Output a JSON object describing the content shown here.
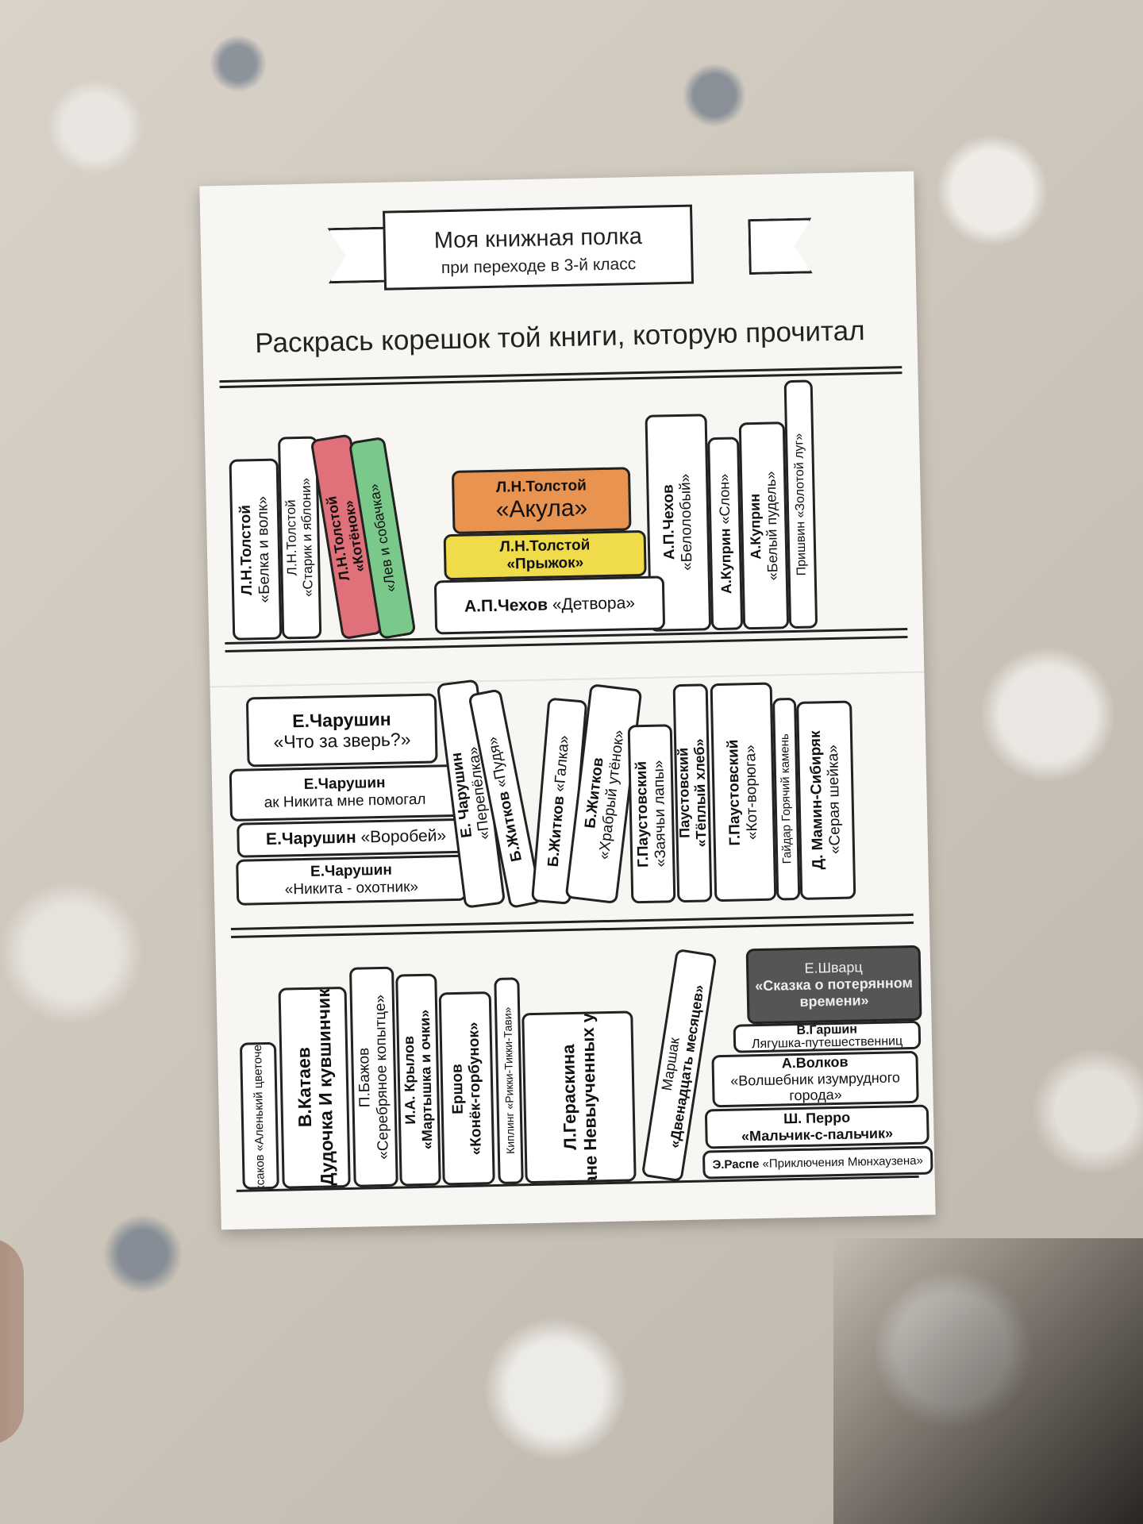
{
  "banner": {
    "title": "Моя книжная полка",
    "subtitle": "при переходе в 3-й класс"
  },
  "instruction": "Раскрась корешок той книги, которую прочитал",
  "colors": {
    "red_fill": "#e0707a",
    "green_fill": "#7ac98a",
    "orange_fill": "#e8934f",
    "yellow_fill": "#f0dc4a",
    "black_fill": "#555555"
  },
  "shelf1": {
    "vertical": [
      {
        "author": "Л.Н.Толстой",
        "title": "«Белка и волк»"
      },
      {
        "author": "Л.Н.Толстой",
        "title": "«Старик и яблони»"
      },
      {
        "author": "Л.Н.Толстой",
        "title": "«Котёнок»"
      },
      {
        "author": "",
        "title": "«Лев и собачка»"
      },
      {
        "author": "А.П.Чехов",
        "title": "«Белолобый»"
      },
      {
        "author": "А.Куприн",
        "title": "«Слон»"
      },
      {
        "author": "А.Куприн",
        "title": "«Белый пудель»"
      },
      {
        "author": "Пришвин",
        "title": "«Золотой луг»"
      }
    ],
    "stack": [
      {
        "author": "Л.Н.Толстой",
        "title": "«Акула»"
      },
      {
        "author": "Л.Н.Толстой",
        "title": "«Прыжок»"
      },
      {
        "author": "А.П.Чехов",
        "title": "«Детвора»"
      }
    ]
  },
  "shelf2": {
    "stack": [
      {
        "author": "Е.Чарушин",
        "title": "«Что за зверь?»"
      },
      {
        "author": "Е.Чарушин",
        "title": "ак Никита мне помогал"
      },
      {
        "author": "Е.Чарушин",
        "title": "«Воробей»"
      },
      {
        "author": "Е.Чарушин",
        "title": "«Никита - охотник»"
      }
    ],
    "vertical": [
      {
        "author": "Е. Чарушин",
        "title": "«Перепёлка»"
      },
      {
        "author": "Б.Житков",
        "title": "«Пудя»"
      },
      {
        "author": "Б.Житков",
        "title": "«Галка»"
      },
      {
        "author": "Б.Житков",
        "title": "«Храбрый утёнок»"
      },
      {
        "author": "Г.Паустовский",
        "title": "«Заячьи лапы»"
      },
      {
        "author": "Паустовский",
        "title": "«Тёплый хлеб»"
      },
      {
        "author": "Г.Паустовский",
        "title": "«Кот-ворюга»"
      },
      {
        "author": "Гайдар",
        "title": "Горячий камень"
      },
      {
        "author": "Д. Мамин-Сибиряк",
        "title": "«Серая шейка»"
      }
    ]
  },
  "shelf3": {
    "vertical": [
      {
        "author": "Аксаков",
        "title": "«Аленький цветочек»"
      },
      {
        "author": "В.Катаев",
        "title": "«Дудочка И кувшинчик»"
      },
      {
        "author": "П.Бажов",
        "title": "«Серебряное копытце»"
      },
      {
        "author": "И.А. Крылов",
        "title": "«Мартышка и очки»"
      },
      {
        "author": "Ершов",
        "title": "«Конёк-горбунок»"
      },
      {
        "author": "Киплинг",
        "title": "«Рикки-Тикки-Тави»"
      },
      {
        "author": "Л.Гераскина",
        "title": "«В стране Невыученных уроков»"
      },
      {
        "author": "Маршак",
        "title": "«Двенадцать месяцев»"
      }
    ],
    "stack": [
      {
        "author": "Е.Шварц",
        "title": "«Сказка о потерянном времени»"
      },
      {
        "author": "В.Гаршин",
        "title": "Лягушка-путешественниц"
      },
      {
        "author": "А.Волков",
        "title": "«Волшебник изумрудного города»"
      },
      {
        "author": "Ш. Перро",
        "title": "«Мальчик-с-пальчик»"
      },
      {
        "author": "Э.Распе",
        "title": "«Приключения Мюнхаузена»"
      }
    ]
  }
}
